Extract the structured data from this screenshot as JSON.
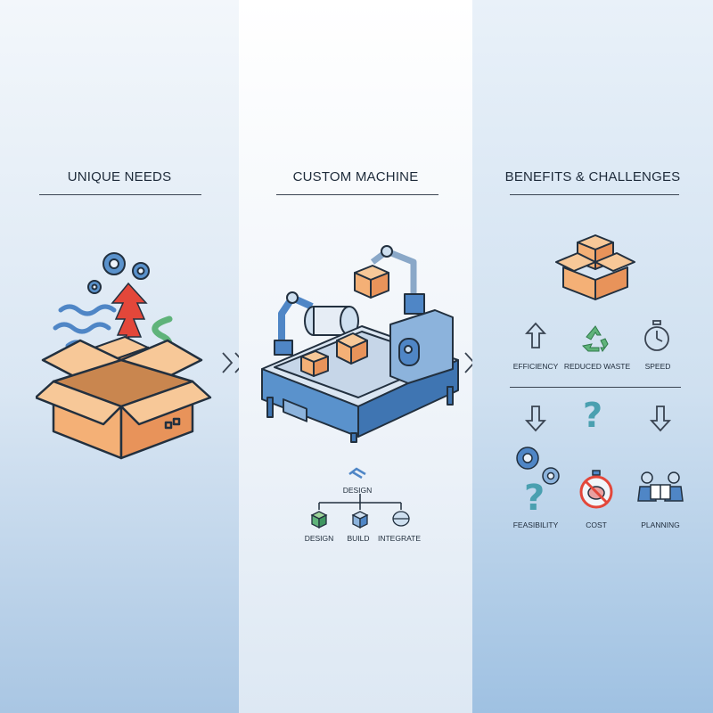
{
  "columns": {
    "left": {
      "title": "UNIQUE NEEDS"
    },
    "middle": {
      "title": "CUSTOM MACHINE"
    },
    "right": {
      "title": "BENEFITS & CHALLENGES"
    }
  },
  "process": {
    "top_label": "DESIGN",
    "steps": [
      "DESIGN",
      "BUILD",
      "INTEGRATE"
    ]
  },
  "benefits": [
    "EFFICIENCY",
    "REDUCED WASTE",
    "SPEED"
  ],
  "challenges": [
    "FEASIBILITY",
    "COST",
    "PLANNING"
  ],
  "colors": {
    "box_orange": "#f4b076",
    "box_dark": "#e8935a",
    "arrow_red": "#e3473a",
    "machine_blue": "#4f86c6",
    "outline": "#22303f",
    "teal": "#4aa0b0",
    "green": "#5fb37a"
  }
}
